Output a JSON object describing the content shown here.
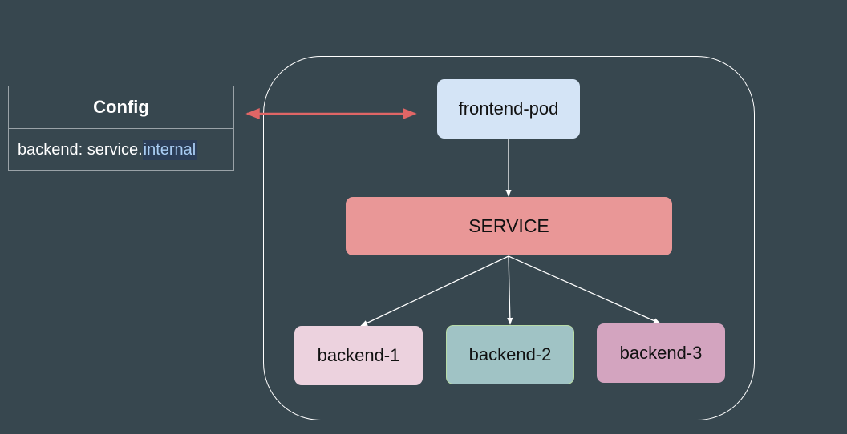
{
  "config": {
    "title": "Config",
    "row_prefix": "backend: service.",
    "row_highlight": "internal"
  },
  "nodes": {
    "frontend": "frontend-pod",
    "service": "SERVICE",
    "backends": [
      "backend-1",
      "backend-2",
      "backend-3"
    ]
  },
  "colors": {
    "background": "#37474f",
    "frontend": "#d4e4f6",
    "service": "#e99797",
    "backend_1": "#ecd2de",
    "backend_2": "#a0c3c5",
    "backend_3": "#d3a4bf",
    "link_arrow": "#e06666",
    "edges": "#ffffff"
  }
}
